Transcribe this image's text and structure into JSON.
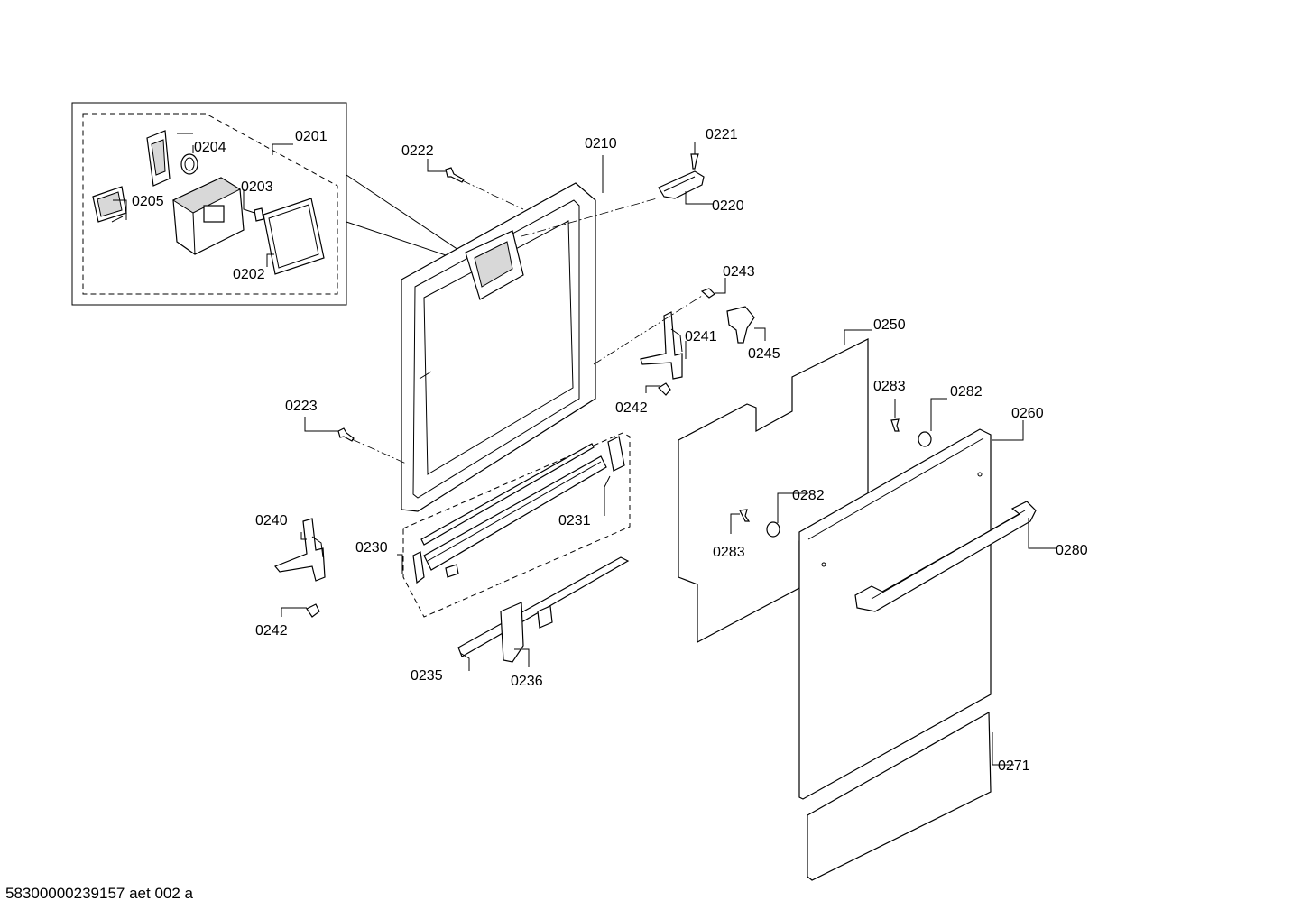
{
  "document_id": "58300000239157 aet 002 a",
  "part_numbers": [
    "0201",
    "0202",
    "0203",
    "0204",
    "0205",
    "0210",
    "0220",
    "0221",
    "0222",
    "0223",
    "0230",
    "0231",
    "0235",
    "0236",
    "0240",
    "0241",
    "0242",
    "0243",
    "0245",
    "0250",
    "0260",
    "0271",
    "0280",
    "0282",
    "0283"
  ]
}
